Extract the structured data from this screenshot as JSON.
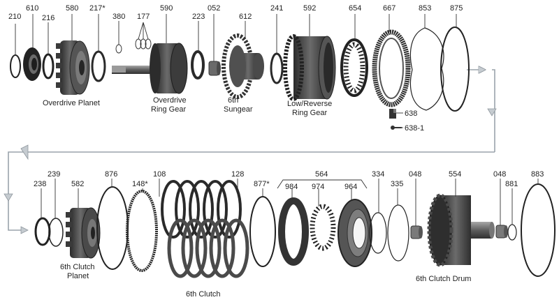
{
  "row1": {
    "parts": [
      "210",
      "610",
      "216",
      "580",
      "217*",
      "380",
      "177",
      "590",
      "223",
      "052",
      "612",
      "241",
      "592",
      "654",
      "667",
      "853",
      "875",
      "638",
      "638-1"
    ],
    "captions": {
      "overdrive_planet": "Overdrive Planet",
      "overdrive_ring_gear_1": "Overdrive",
      "overdrive_ring_gear_2": "Ring Gear",
      "sungear_1": "6th",
      "sungear_2": "Sungear",
      "low_reverse_1": "Low/Reverse",
      "low_reverse_2": "Ring Gear"
    }
  },
  "row2": {
    "parts": [
      "238",
      "239",
      "582",
      "876",
      "148*",
      "108",
      "128",
      "877*",
      "564",
      "984",
      "974",
      "964",
      "334",
      "335",
      "048",
      "554",
      "048",
      "881",
      "883"
    ],
    "captions": {
      "clutch_planet_1": "6th Clutch",
      "clutch_planet_2": "Planet",
      "clutch": "6th Clutch",
      "clutch_drum": "6th Clutch Drum"
    }
  },
  "colors": {
    "part_dark": "#2b2b2b",
    "part_mid": "#5a5a5a",
    "part_light": "#8d8d8d",
    "flow_arrow": "#9aa3ab"
  }
}
